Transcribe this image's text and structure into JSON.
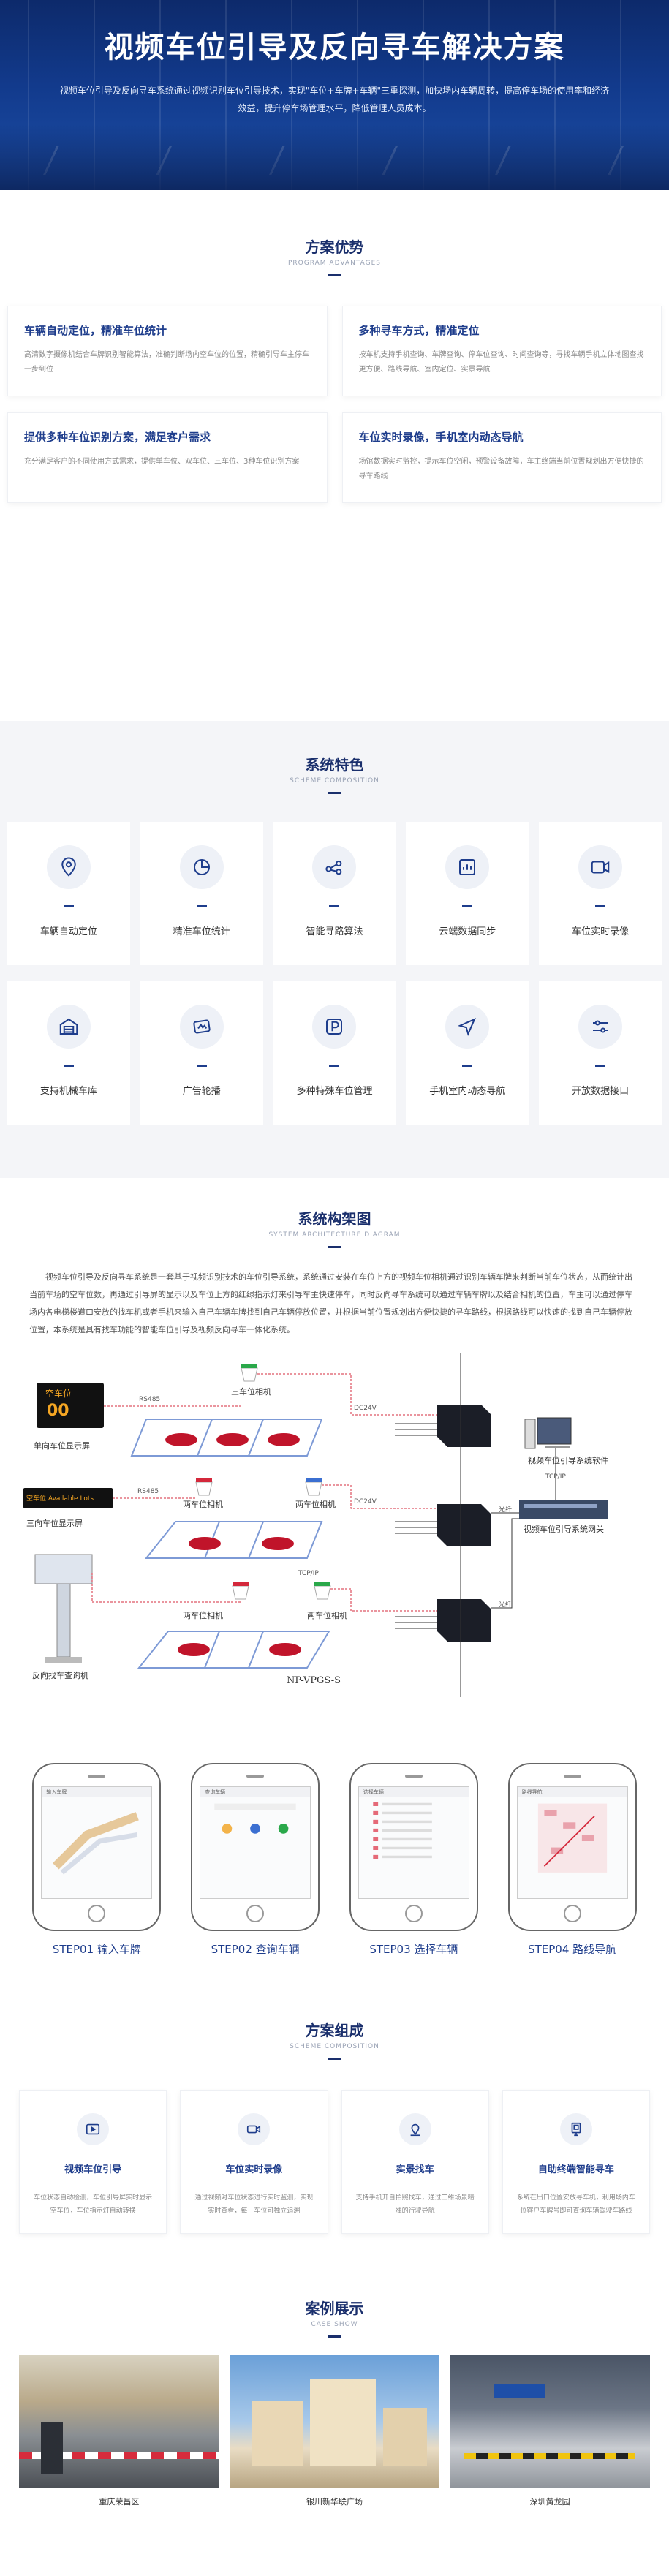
{
  "hero": {
    "title": "视频车位引导及反向寻车解决方案",
    "description": "视频车位引导及反向寻车系统通过视频识别车位引导技术，实现\"车位+车牌+车辆\"三重探测，加快场内车辆周转，提高停车场的使用率和经济效益，提升停车场管理水平，降低管理人员成本。"
  },
  "advantages": {
    "title": "方案优势",
    "subtitle": "PROGRAM ADVANTAGES",
    "items": [
      {
        "title": "车辆自动定位，精准车位统计",
        "desc": "高清数字摄像机结合车牌识别智能算法，准确判断场内空车位的位置，精确引导车主停车一步到位"
      },
      {
        "title": "多种寻车方式，精准定位",
        "desc": "按车机支持手机查询、车牌查询、停车位查询、时间查询等，寻找车辆手机立体地图查找更方便、路线导航、室内定位、实景导航"
      },
      {
        "title": "提供多种车位识别方案，满足客户需求",
        "desc": "充分满足客户的不同使用方式需求，提供单车位、双车位、三车位、3种车位识别方案"
      },
      {
        "title": "车位实时录像，手机室内动态导航",
        "desc": "场馆数据实时监控，提示车位空闲，预警设备故障，车主终端当前位置规划出方便快捷的寻车路线"
      }
    ]
  },
  "features": {
    "title": "系统特色",
    "subtitle": "SCHEME COMPOSITION",
    "items": [
      {
        "icon": "location-icon",
        "label": "车辆自动定位"
      },
      {
        "icon": "pie-chart-icon",
        "label": "精准车位统计"
      },
      {
        "icon": "algorithm-icon",
        "label": "智能寻路算法"
      },
      {
        "icon": "cloud-sync-icon",
        "label": "云端数据同步"
      },
      {
        "icon": "video-icon",
        "label": "车位实时录像"
      },
      {
        "icon": "garage-icon",
        "label": "支持机械车库"
      },
      {
        "icon": "ad-icon",
        "label": "广告轮播"
      },
      {
        "icon": "parking-icon",
        "label": "多种特殊车位管理"
      },
      {
        "icon": "navigation-icon",
        "label": "手机室内动态导航"
      },
      {
        "icon": "interface-icon",
        "label": "开放数据接口"
      }
    ]
  },
  "architecture": {
    "title": "系统构架图",
    "subtitle": "SYSTEM ARCHITECTURE DIAGRAM",
    "description": "视频车位引导及反向寻车系统是一套基于视频识别技术的车位引导系统，系统通过安装在车位上方的视频车位相机通过识别车辆车牌来判断当前车位状态，从而统计出当前车场的空车位数，再通过引导屏的显示以及车位上方的红绿指示灯来引导车主快速停车，同时反向寻车系统可以通过车辆车牌以及结合相机的位置，车主可以通过停车场内各电梯楼道口安放的找车机或者手机来输入自己车辆车牌找到自己车辆停放位置，并根据当前位置规划出方便快捷的寻车路线，根据路线可以快速的找到自己车辆停放位置，本系统是具有找车功能的智能车位引导及视频反向寻车一体化系统。",
    "labels": {
      "single_screen": "单向车位显示屏",
      "three_screen": "三向车位显示屏",
      "kiosk": "反向找车查询机",
      "cam3": "三车位相机",
      "cam2a": "两车位相机",
      "cam2b": "两车位相机",
      "cam2c": "两车位相机",
      "cam2d": "两车位相机",
      "software": "视频车位引导系统软件",
      "gateway": "视频车位引导系统网关",
      "model": "NP-VPGS-S",
      "rs485": "RS485",
      "tcpip": "TCP/IP",
      "dc24v": "DC24V",
      "fiber": "光纤",
      "screen_text1": "空车位",
      "screen_text2": "空车位 Available Lots",
      "screen_num": "00"
    }
  },
  "steps": [
    {
      "label": "STEP01  输入车牌",
      "bar": "输入车牌"
    },
    {
      "label": "STEP02  查询车辆",
      "bar": "查询车辆"
    },
    {
      "label": "STEP03  选择车辆",
      "bar": "选择车辆"
    },
    {
      "label": "STEP04  路线导航",
      "bar": "路线导航"
    }
  ],
  "composition": {
    "title": "方案组成",
    "subtitle": "SCHEME COMPOSITION",
    "items": [
      {
        "icon": "video-play-icon",
        "title": "视频车位引导",
        "desc": "车位状态自动检测，车位引导屏实时显示空车位，车位指示灯自动转换"
      },
      {
        "icon": "camera-icon",
        "title": "车位实时录像",
        "desc": "通过视频对车位状态进行实时监测，实现实时查看，每一车位可独立追溯"
      },
      {
        "icon": "map-pin-icon",
        "title": "实景找车",
        "desc": "支持手机开自拍照找车，通过三维场景精准的行驶导航"
      },
      {
        "icon": "kiosk-icon",
        "title": "自助终端智能寻车",
        "desc": "系统在出口位置安放寻车机，利用场内车位客户车牌号即可查询车辆驾驶车路线"
      }
    ]
  },
  "cases": {
    "title": "案例展示",
    "subtitle": "CASE SHOW",
    "items": [
      {
        "caption": "重庆荣昌区"
      },
      {
        "caption": "银川新华联广场"
      },
      {
        "caption": "深圳黄龙园"
      }
    ]
  },
  "colors": {
    "primary": "#1e3d8c",
    "hero": "#123a8c"
  }
}
